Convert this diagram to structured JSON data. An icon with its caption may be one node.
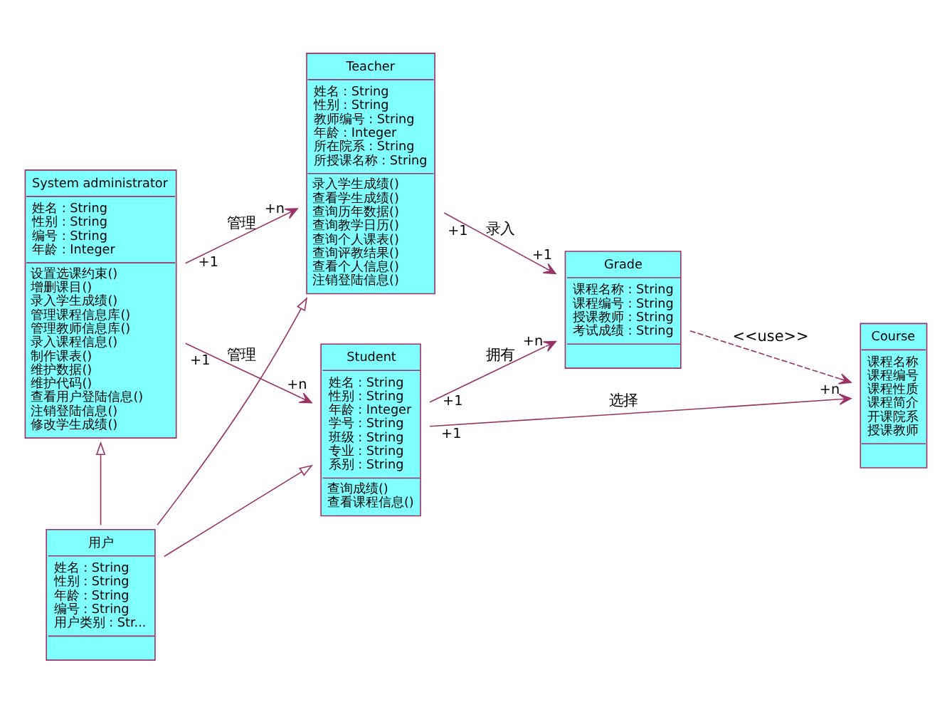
{
  "diagram": {
    "nodes": [
      {
        "text": [
          "Teacher",
          "姓名 : String",
          "性别 : String",
          "教师编号 : String",
          "年龄 : Integer",
          "所在院系 : String",
          "所授课名称 : String",
          "录入学生成绩()",
          "查看学生成绩()",
          "查询历年数据()",
          "查询教学日历()",
          "查询个人课表()",
          "查询评教结果()",
          "查看个人信息()",
          "注销登陆信息()"
        ]
      },
      {
        "text": [
          "System administrator",
          "姓名 : String",
          "性别 : String",
          "编号 : String",
          "年龄 : Integer",
          "设置选课约束()",
          "增删课目()",
          "录入学生成绩()",
          "管理课程信息库()",
          "管理教师信息库()",
          "录入课程信息()",
          "制作课表()",
          "维护数据()",
          "维护代码()",
          "查看用户登陆信息()",
          "注销登陆信息()",
          "修改学生成绩()"
        ]
      },
      {
        "text": [
          "用户",
          "姓名 : String",
          "性别 : String",
          "年龄 : String",
          "编号 : String",
          "用户类别 : Str..."
        ]
      },
      {
        "text": [
          "Grade",
          "课程名称 : String",
          "课程编号 : String",
          "授课教师 : String",
          "考试成绩 : String"
        ]
      },
      {
        "text": [
          "Student",
          "姓名 : String",
          "性别 : String",
          "年龄 : Integer",
          "学号 : String",
          "班级 : String",
          "专业 : String",
          "系别 : String",
          "查询成绩()",
          "查看课程信息()"
        ]
      },
      {
        "text": [
          "Course",
          "课程名称",
          "课程编号",
          "课程性质",
          "课程简介",
          "开课院系",
          "授课教师"
        ]
      }
    ],
    "edges": [
      {
        "from": 1,
        "to": 0,
        "arrow": "to",
        "label": "管理"
      },
      {
        "from": 0,
        "to": 3,
        "arrow": "to",
        "label": "录入"
      },
      {
        "from": 2,
        "to": 0,
        "arrow": "to"
      },
      {
        "from": 2,
        "to": 1,
        "arrow": "to"
      },
      {
        "from": 2,
        "to": 4,
        "arrow": "to"
      },
      {
        "from": 4,
        "to": 3,
        "arrow": "to",
        "label": "拥有"
      },
      {
        "from": 1,
        "to": 4,
        "arrow": "to",
        "label": "管理"
      },
      {
        "from": 4,
        "to": 5,
        "arrow": "to",
        "label": "选择"
      },
      {
        "from": 3,
        "to": 5,
        "arrow": "to",
        "label": "<<use>>",
        "style": "dashed"
      }
    ],
    "labels": [
      "+n",
      "+1",
      "+1",
      "+1",
      "+1",
      "+1",
      "+n",
      "+1",
      "+n",
      "+n"
    ]
  }
}
